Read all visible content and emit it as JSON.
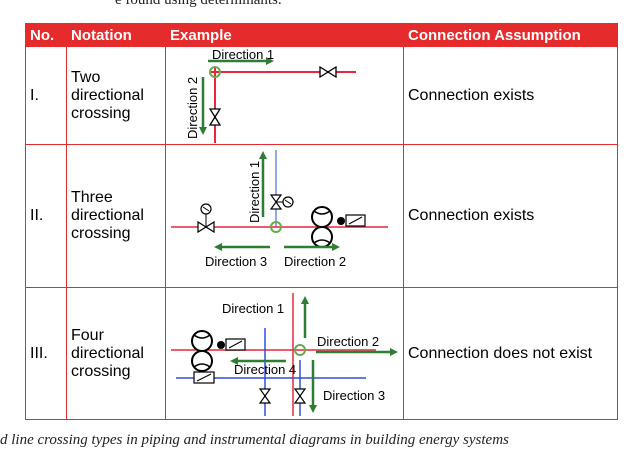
{
  "top_text": "e found using determinants.",
  "bottom_text": "d line crossing types in piping and instrumental diagrams in building energy systems",
  "table": {
    "headers": [
      "No.",
      "Notation",
      "Example",
      "Connection Assumption"
    ],
    "rows": [
      {
        "no": "I.",
        "notation": "Two directional crossing",
        "assumption": "Connection exists",
        "labels": [
          "Direction 1",
          "Direction 2"
        ]
      },
      {
        "no": "II.",
        "notation": "Three directional crossing",
        "assumption": "Connection exists",
        "labels": [
          "Direction 1",
          "Direction 3",
          "Direction 2"
        ]
      },
      {
        "no": "III.",
        "notation": "Four directional crossing",
        "assumption": "Connection does not exist",
        "labels": [
          "Direction 1",
          "Direction 2",
          "Direction 4",
          "Direction 3"
        ]
      }
    ]
  }
}
